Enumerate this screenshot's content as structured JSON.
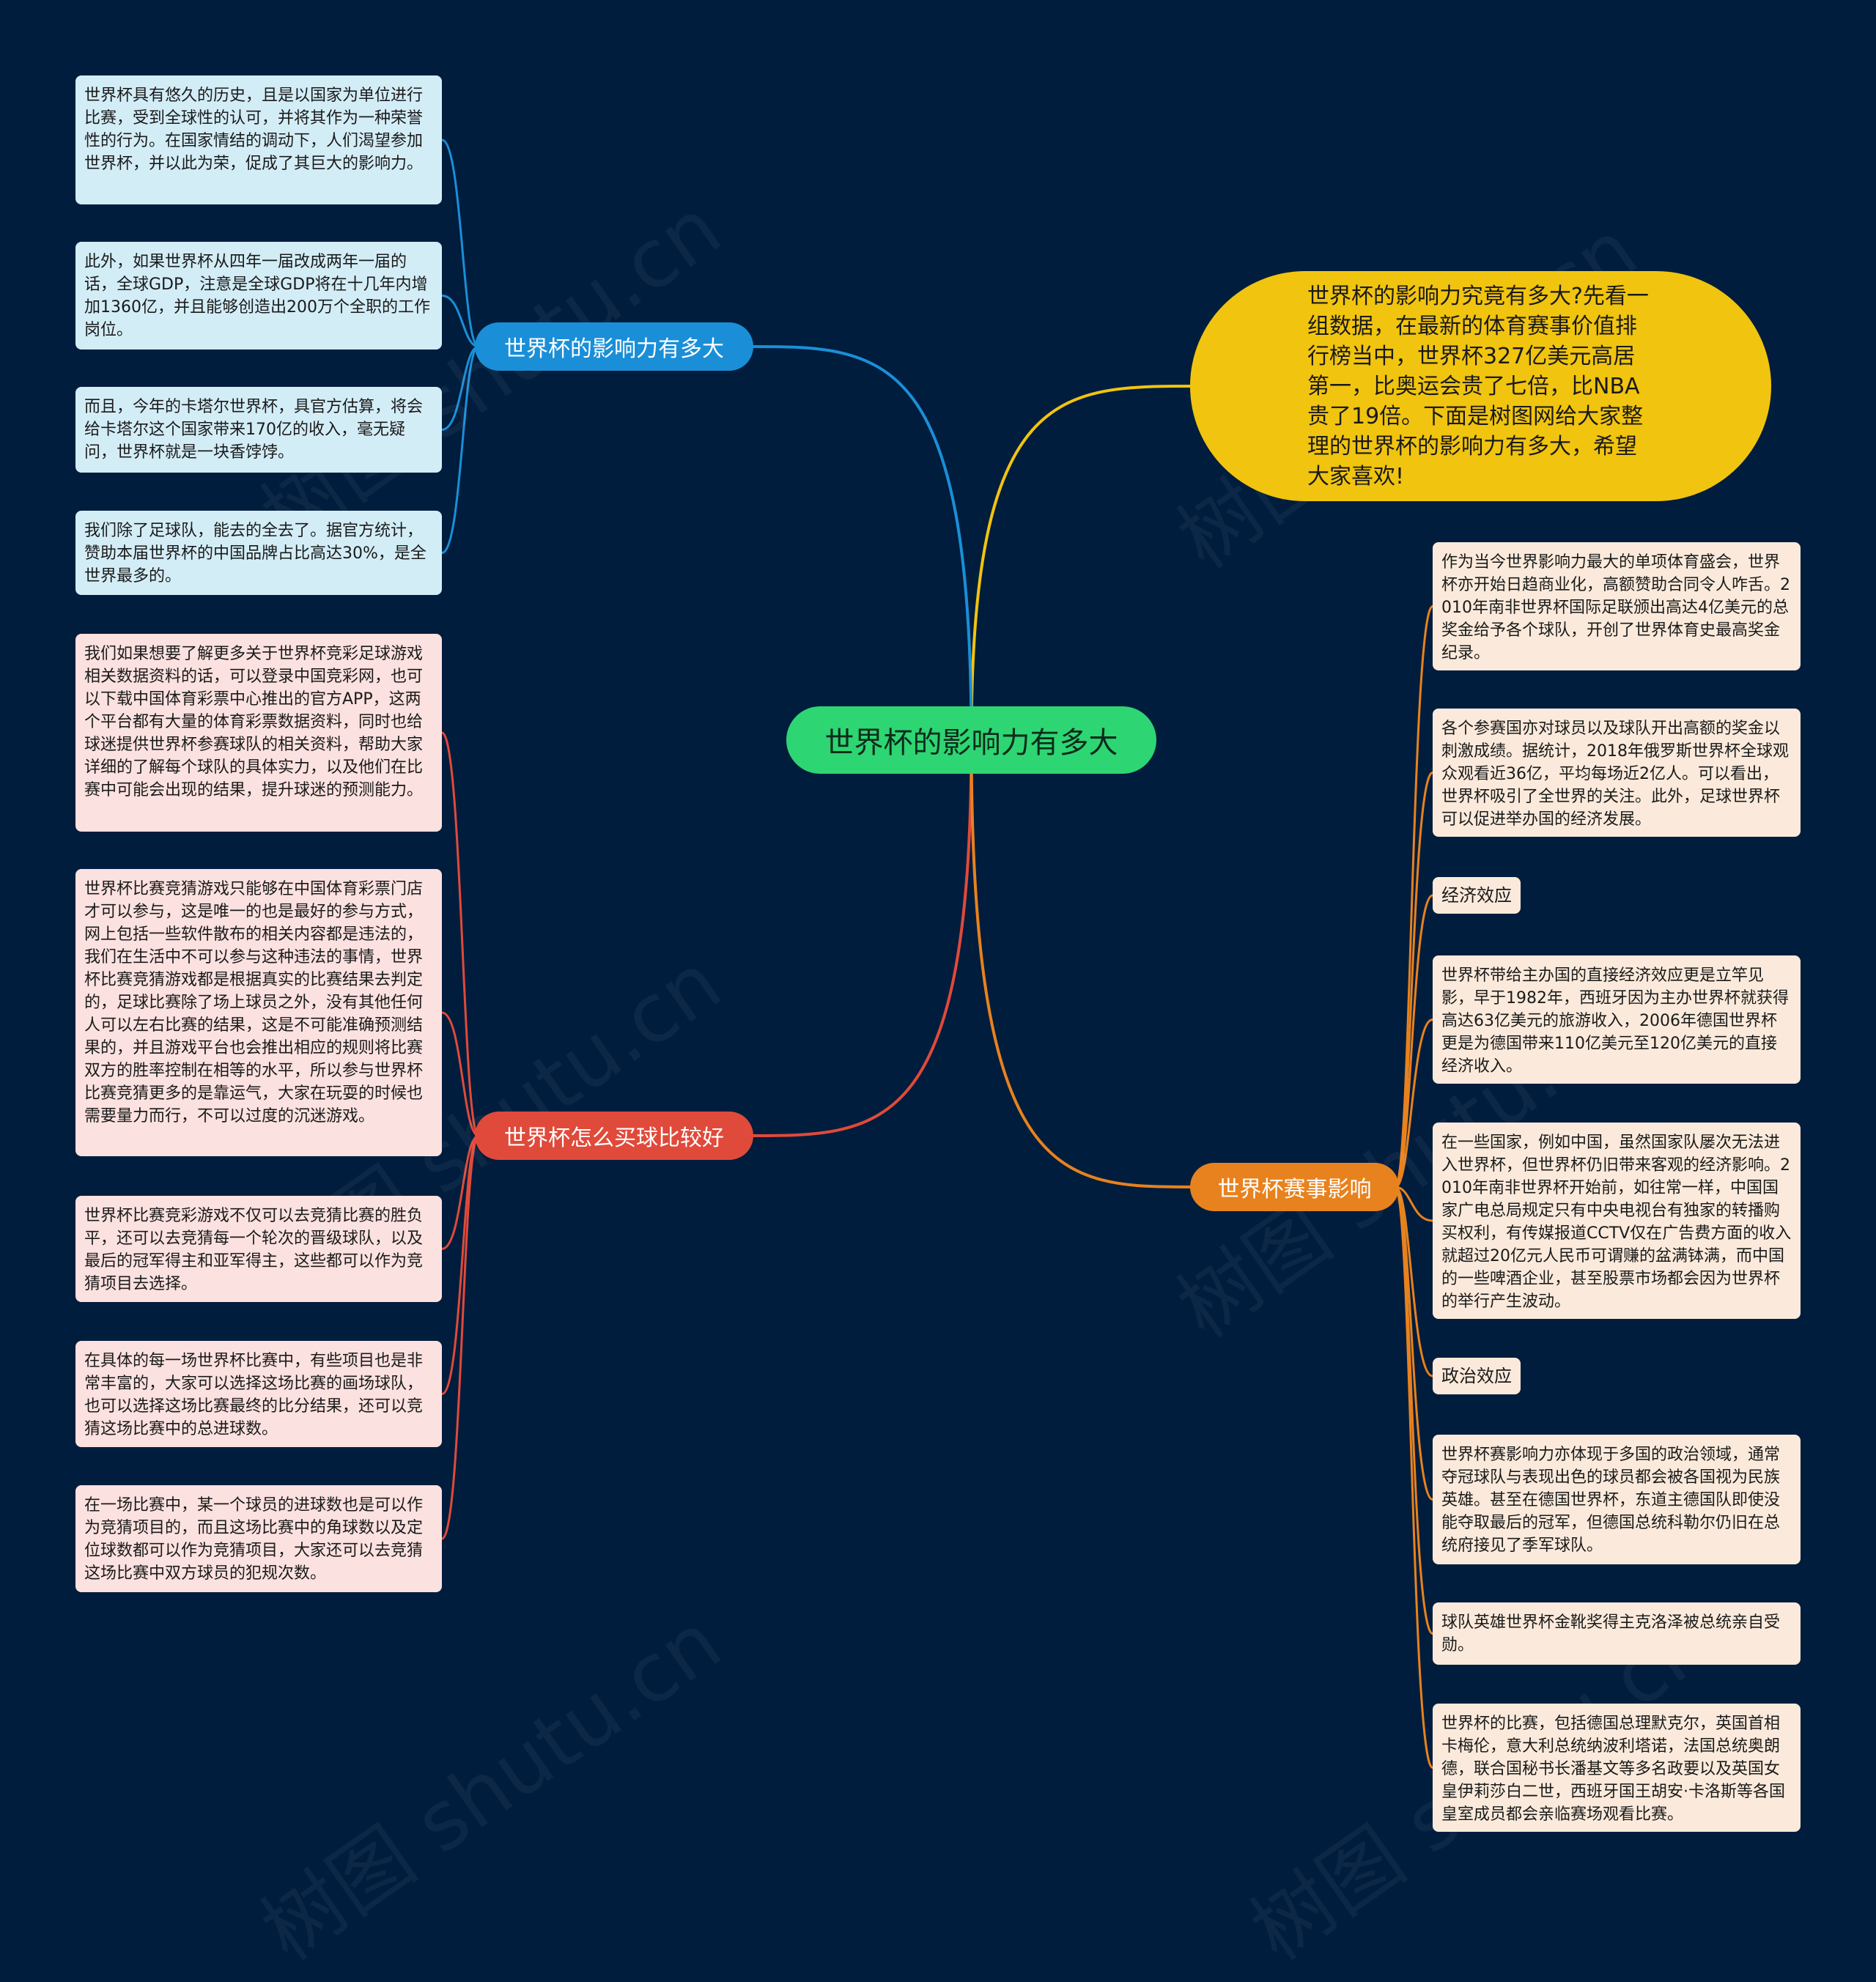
{
  "root": {
    "label": "世界杯的影响力有多大"
  },
  "intro": {
    "text": "世界杯的影响力究竟有多大?先看一组数据，在最新的体育赛事价值排行榜当中，世界杯327亿美元高居第一，比奥运会贵了七倍，比NBA贵了19倍。下面是树图网给大家整理的世界杯的影响力有多大，希望大家喜欢!"
  },
  "branches": {
    "influence": {
      "label": "世界杯的影响力有多大",
      "color": "#1a8fd8",
      "items": [
        "世界杯具有悠久的历史，且是以国家为单位进行比赛，受到全球性的认可，并将其作为一种荣誉性的行为。在国家情结的调动下，人们渴望参加世界杯，并以此为荣，促成了其巨大的影响力。",
        "此外，如果世界杯从四年一届改成两年一届的话，全球GDP，注意是全球GDP将在十几年内增加1360亿，并且能够创造出200万个全职的工作岗位。",
        "而且，今年的卡塔尔世界杯，具官方估算，将会给卡塔尔这个国家带来170亿的收入，毫无疑问，世界杯就是一块香饽饽。",
        "我们除了足球队，能去的全去了。据官方统计，赞助本届世界杯的中国品牌占比高达30%，是全世界最多的。"
      ]
    },
    "betting": {
      "label": "世界杯怎么买球比较好",
      "color": "#e04a3a",
      "items": [
        "我们如果想要了解更多关于世界杯竞彩足球游戏相关数据资料的话，可以登录中国竞彩网，也可以下载中国体育彩票中心推出的官方APP，这两个平台都有大量的体育彩票数据资料，同时也给球迷提供世界杯参赛球队的相关资料，帮助大家详细的了解每个球队的具体实力，以及他们在比赛中可能会出现的结果，提升球迷的预测能力。",
        "世界杯比赛竞猜游戏只能够在中国体育彩票门店才可以参与，这是唯一的也是最好的参与方式，网上包括一些软件散布的相关内容都是违法的，我们在生活中不可以参与这种违法的事情，世界杯比赛竞猜游戏都是根据真实的比赛结果去判定的，足球比赛除了场上球员之外，没有其他任何人可以左右比赛的结果，这是不可能准确预测结果的，并且游戏平台也会推出相应的规则将比赛双方的胜率控制在相等的水平，所以参与世界杯比赛竞猜更多的是靠运气，大家在玩耍的时候也需要量力而行，不可以过度的沉迷游戏。",
        "世界杯比赛竞彩游戏不仅可以去竞猜比赛的胜负平，还可以去竞猜每一个轮次的晋级球队，以及最后的冠军得主和亚军得主，这些都可以作为竞猜项目去选择。",
        "在具体的每一场世界杯比赛中，有些项目也是非常丰富的，大家可以选择这场比赛的画场球队，也可以选择这场比赛最终的比分结果，还可以竞猜这场比赛中的总进球数。",
        "在一场比赛中，某一个球员的进球数也是可以作为竞猜项目的，而且这场比赛中的角球数以及定位球数都可以作为竞猜项目，大家还可以去竞猜这场比赛中双方球员的犯规次数。"
      ]
    },
    "events": {
      "label": "世界杯赛事影响",
      "color": "#e8821e",
      "items": [
        "作为当今世界影响力最大的单项体育盛会，世界杯亦开始日趋商业化，高额赞助合同令人咋舌。2010年南非世界杯国际足联颁出高达4亿美元的总奖金给予各个球队，开创了世界体育史最高奖金纪录。",
        "各个参赛国亦对球员以及球队开出高额的奖金以刺激成绩。据统计，2018年俄罗斯世界杯全球观众观看近36亿，平均每场近2亿人。可以看出，世界杯吸引了全世界的关注。此外，足球世界杯可以促进举办国的经济发展。",
        "经济效应",
        "世界杯带给主办国的直接经济效应更是立竿见影，早于1982年，西班牙因为主办世界杯就获得高达63亿美元的旅游收入，2006年德国世界杯更是为德国带来110亿美元至120亿美元的直接经济收入。",
        "在一些国家，例如中国，虽然国家队屡次无法进入世界杯，但世界杯仍旧带来客观的经济影响。2010年南非世界杯开始前，如往常一样，中国国家广电总局规定只有中央电视台有独家的转播购买权利，有传媒报道CCTV仅在广告费方面的收入就超过20亿元人民币可谓赚的盆满钵满，而中国的一些啤酒企业，甚至股票市场都会因为世界杯的举行产生波动。",
        "政治效应",
        "世界杯赛影响力亦体现于多国的政治领域，通常夺冠球队与表现出色的球员都会被各国视为民族英雄。甚至在德国世界杯，东道主德国队即使没能夺取最后的冠军，但德国总统科勒尔仍旧在总统府接见了季军球队。",
        "球队英雄世界杯金靴奖得主克洛泽被总统亲自受勋。",
        "世界杯的比赛，包括德国总理默克尔，英国首相卡梅伦，意大利总统纳波利塔诺，法国总统奥朗德，联合国秘书长潘基文等多名政要以及英国女皇伊莉莎白二世，西班牙国王胡安·卡洛斯等各国皇室成员都会亲临赛场观看比赛。"
      ]
    }
  },
  "colors": {
    "background": "#001d3d",
    "root": "#2ed573",
    "intro": "#f1c40f"
  }
}
